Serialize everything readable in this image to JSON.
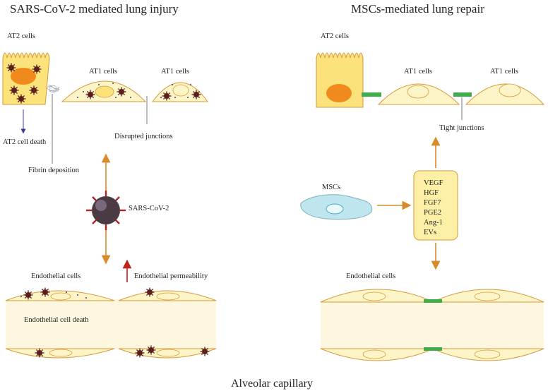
{
  "titles": {
    "left": "SARS-CoV-2 mediated lung injury",
    "right": "MSCs-mediated lung repair",
    "bottom": "Alveolar capillary"
  },
  "left_panel": {
    "at2_label": "AT2 cells",
    "at1_label_a": "AT1 cells",
    "at1_label_b": "AT1 cells",
    "at2_death": "AT2 cell death",
    "fibrin": "Fibrin deposition",
    "disrupted": "Disrupted junctions",
    "virus": "SARS-CoV-2",
    "endothelial": "Endothelial cells",
    "permeability": "Endothelial permeability",
    "endo_death": "Endothelial cell death"
  },
  "right_panel": {
    "at2_label": "AT2 cells",
    "at1_label_a": "AT1 cells",
    "at1_label_b": "AT1 cells",
    "tight": "Tight junctions",
    "mscs": "MSCs",
    "endothelial": "Endothelial cells",
    "factors": [
      "VEGF",
      "HGF",
      "FGF7",
      "PGE2",
      "Ang-1",
      "EVs"
    ]
  },
  "colors": {
    "cell_fill": "#fdf5c8",
    "cell_stroke": "#d69a3a",
    "at2_fill": "#fbe27a",
    "nucleus": "#f08a1c",
    "junction": "#3fae4a",
    "arrow": "#d98a2a",
    "virus": "#7a2a2a",
    "msc": "#bfe6ef"
  }
}
